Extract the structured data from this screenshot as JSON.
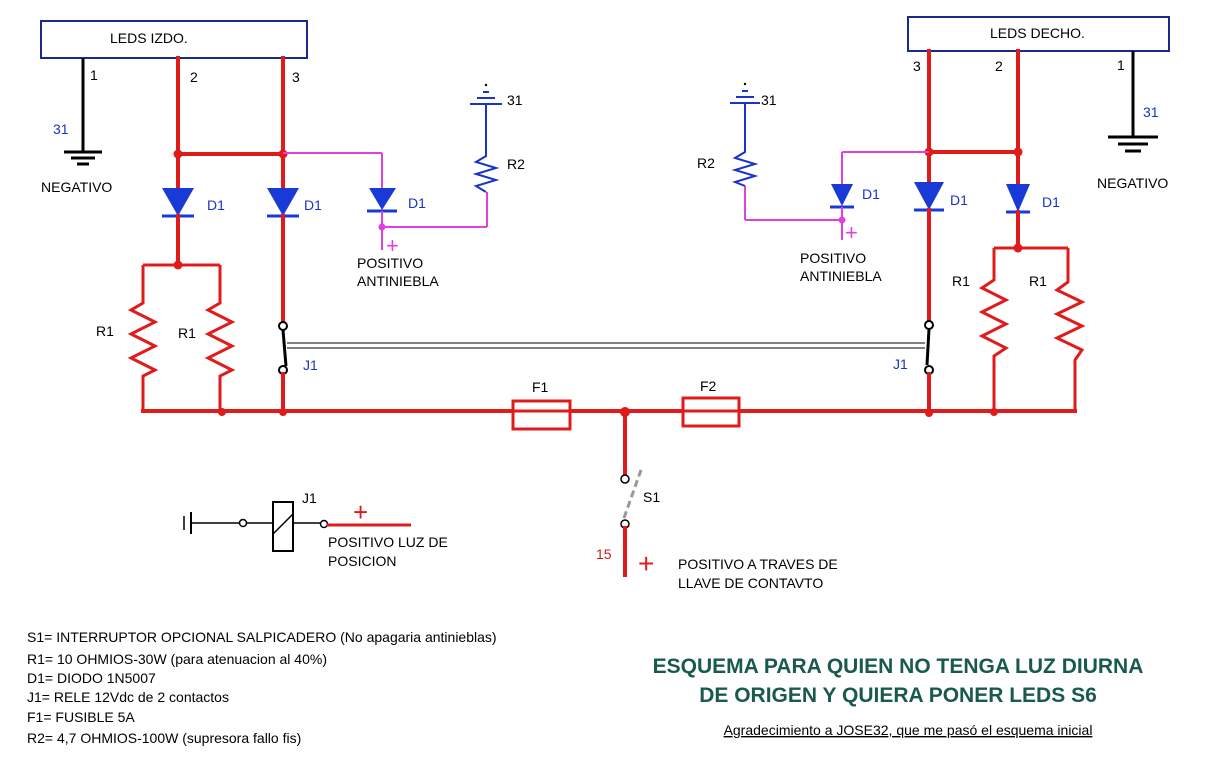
{
  "leds_left": {
    "label": "LEDS IZDO.",
    "pin1": "1",
    "pin2": "2",
    "pin3": "3"
  },
  "leds_right": {
    "label": "LEDS DECHO.",
    "pin1": "1",
    "pin2": "2",
    "pin3": "3"
  },
  "ground_left": {
    "num": "31",
    "label": "NEGATIVO"
  },
  "ground_right": {
    "num": "31",
    "label": "NEGATIVO"
  },
  "diode_label": "D1",
  "r1_label": "R1",
  "r2_label": "R2",
  "r2_ground_num": "31",
  "relay_label": "J1",
  "f1_label": "F1",
  "f2_label": "F2",
  "s1_label": "S1",
  "ignition_num": "15",
  "plus_sign": "+",
  "fog_left": {
    "line1": "POSITIVO",
    "line2": "ANTINIEBLA"
  },
  "fog_right": {
    "line1": "POSITIVO",
    "line2": "ANTINIEBLA"
  },
  "position_light": {
    "line1": "POSITIVO LUZ DE",
    "line2": "POSICION"
  },
  "ignition": {
    "line1": "POSITIVO A TRAVES DE",
    "line2": "LLAVE DE CONTAVTO"
  },
  "legend": [
    "S1= INTERRUPTOR OPCIONAL SALPICADERO (No apagaria antinieblas)",
    "R1= 10 OHMIOS-30W  (para atenuacion al 40%)",
    "D1=  DIODO 1N5007",
    "J1= RELE 12Vdc de 2 contactos",
    "F1= FUSIBLE 5A",
    "R2= 4,7 OHMIOS-100W (supresora fallo fis)"
  ],
  "title": {
    "line1": "ESQUEMA PARA QUIEN NO TENGA LUZ DIURNA",
    "line2": "DE ORIGEN Y QUIERA PONER LEDS S6"
  },
  "credit": "Agradecimiento a JOSE32, que me pasó el esquema inicial"
}
